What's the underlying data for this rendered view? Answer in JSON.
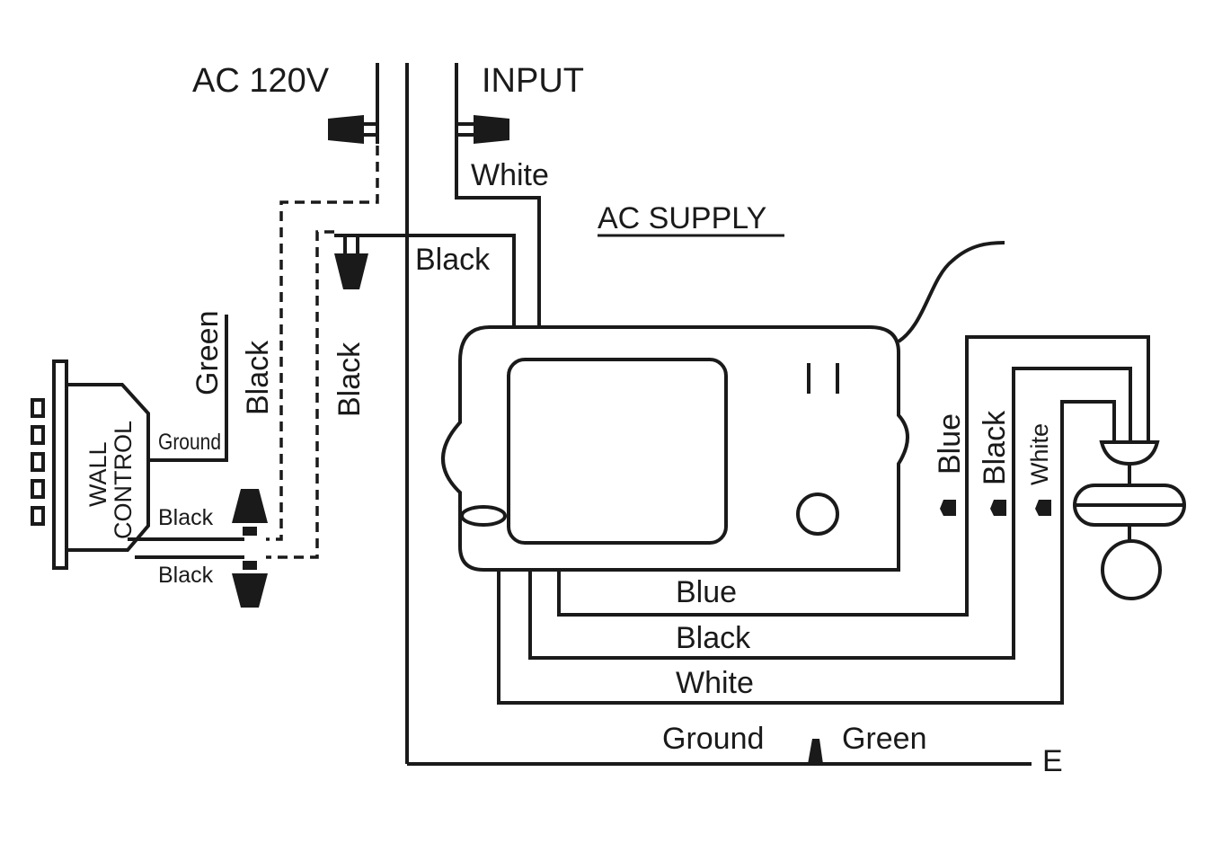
{
  "labels": {
    "ac_120v": "AC 120V",
    "input": "INPUT",
    "white_input": "White",
    "ac_supply": "AC SUPPLY",
    "black_supply": "Black",
    "green_vertical": "Green",
    "black_vertical_1": "Black",
    "black_vertical_2": "Black",
    "wall_control": [
      "WALL",
      "CONTROL"
    ],
    "ground_small": "Ground",
    "black_small_1": "Black",
    "black_small_2": "Black",
    "blue_vertical": "Blue",
    "black_vertical_3": "Black",
    "white_vertical": "White",
    "blue_bottom": "Blue",
    "black_bottom": "Black",
    "white_bottom": "White",
    "ground_bottom": "Ground",
    "green_bottom": "Green",
    "earth_symbol": "E"
  }
}
